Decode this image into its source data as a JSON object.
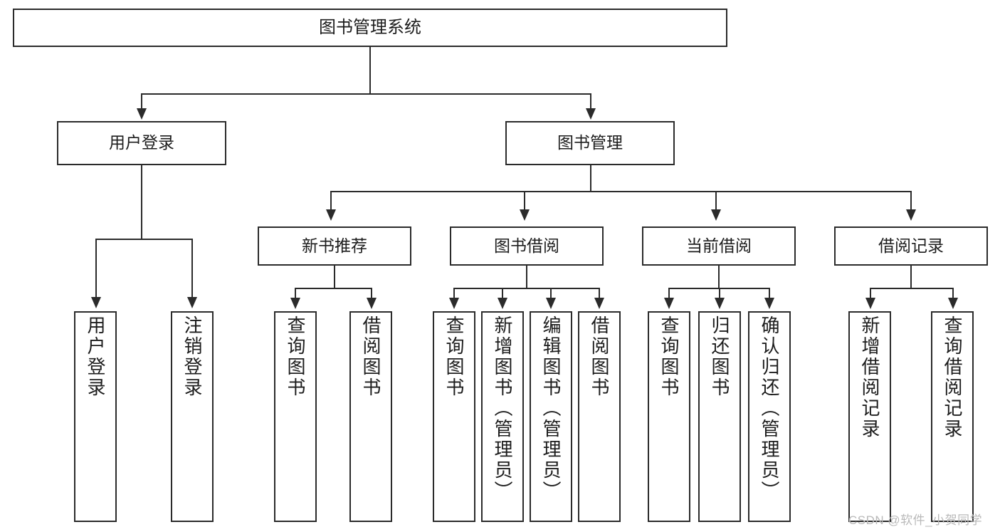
{
  "diagram": {
    "type": "tree-hierarchy-functional-decomposition",
    "root": {
      "id": "root",
      "label": "图书管理系统"
    },
    "level2": [
      {
        "id": "user-login",
        "label": "用户登录"
      },
      {
        "id": "book-management",
        "label": "图书管理"
      }
    ],
    "level3": [
      {
        "id": "new-book-recommend",
        "label": "新书推荐",
        "parent": "book-management"
      },
      {
        "id": "book-borrow",
        "label": "图书借阅",
        "parent": "book-management"
      },
      {
        "id": "current-borrow",
        "label": "当前借阅",
        "parent": "book-management"
      },
      {
        "id": "borrow-record",
        "label": "借阅记录",
        "parent": "book-management"
      }
    ],
    "leaves": {
      "user-login": [
        {
          "id": "leaf-user-login",
          "label": "用户登录"
        },
        {
          "id": "leaf-user-logout",
          "label": "注销登录"
        }
      ],
      "new-book-recommend": [
        {
          "id": "leaf-query-book-1",
          "label": "查询图书"
        },
        {
          "id": "leaf-borrow-book-1",
          "label": "借阅图书"
        }
      ],
      "book-borrow": [
        {
          "id": "leaf-query-book-2",
          "label": "查询图书"
        },
        {
          "id": "leaf-add-book",
          "label": "新增图书（管理员）"
        },
        {
          "id": "leaf-edit-book",
          "label": "编辑图书（管理员）"
        },
        {
          "id": "leaf-borrow-book-2",
          "label": "借阅图书"
        }
      ],
      "current-borrow": [
        {
          "id": "leaf-query-book-3",
          "label": "查询图书"
        },
        {
          "id": "leaf-return-book",
          "label": "归还图书"
        },
        {
          "id": "leaf-confirm-return",
          "label": "确认归还（管理员）"
        }
      ],
      "borrow-record": [
        {
          "id": "leaf-add-record",
          "label": "新增借阅记录"
        },
        {
          "id": "leaf-query-record",
          "label": "查询借阅记录"
        }
      ]
    }
  },
  "watermark": {
    "text": "CSDN @软件_小贺同学"
  },
  "colors": {
    "stroke": "#2b2b2b",
    "fill": "#ffffff",
    "text": "#1d1d1d",
    "watermark": "#b9b9b9"
  }
}
